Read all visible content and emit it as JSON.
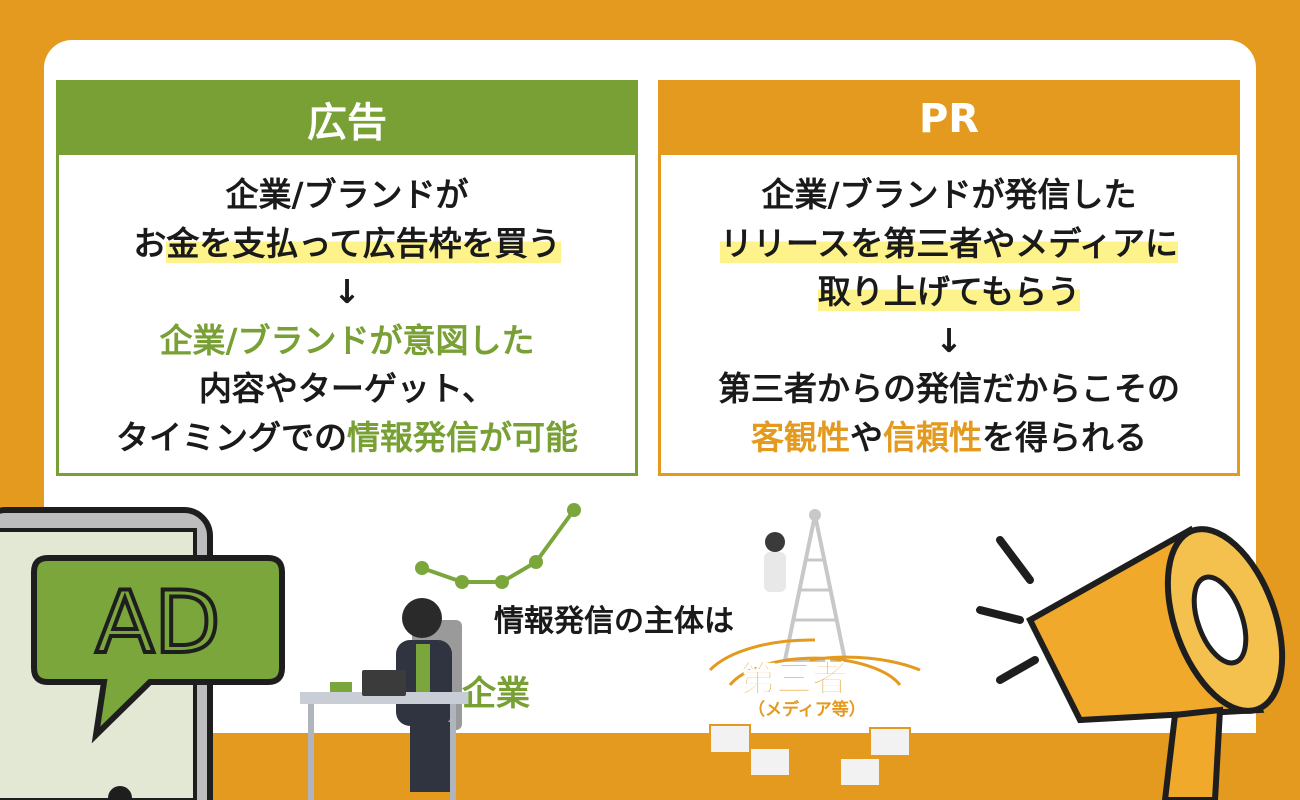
{
  "ad_panel": {
    "title": "広告",
    "line1": "企業/ブランドが",
    "line2_a": "お",
    "line2_b": "金を支払って広告枠を買う",
    "arrow": "↓",
    "line3": "企業/ブランドが意図した",
    "line4": "内容やターゲット、",
    "line5_a": "タイミングでの",
    "line5_b": "情報発信が可能"
  },
  "pr_panel": {
    "title": "PR",
    "line1": "企業/ブランドが発信した",
    "line2": "リリースを第三者やメディアに",
    "line3": "取り上げてもらう",
    "arrow": "↓",
    "line4": "第三者からの発信だからこその",
    "line5_a": "客観性",
    "line5_b": "や",
    "line5_c": "信頼性",
    "line5_d": "を得られる"
  },
  "illustration": {
    "subject_label": "情報発信の主体は",
    "company_label": "企業",
    "third_party_label": "第三者",
    "media_note": "（メディア等）",
    "ad_bubble_text": "AD"
  },
  "colors": {
    "background": "#e39a1f",
    "green": "#78a035",
    "orange": "#e39a1f",
    "highlight": "#fdf38a"
  }
}
